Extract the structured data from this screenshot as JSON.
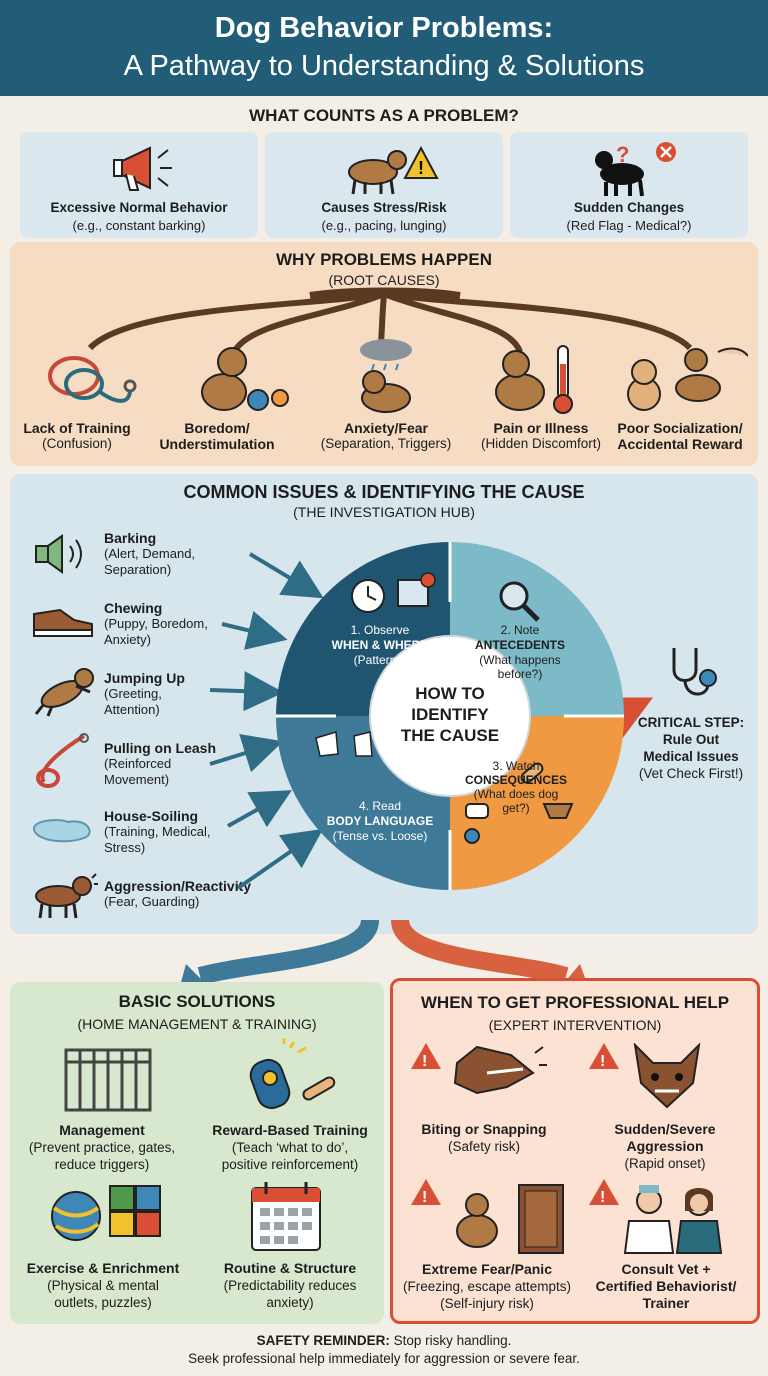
{
  "header": {
    "title_line1": "Dog Behavior Problems:",
    "title_line2": "A Pathway to Understanding & Solutions"
  },
  "what_counts": {
    "title": "WHAT COUNTS AS A PROBLEM?",
    "cards": [
      {
        "label": "Excessive Normal Behavior",
        "sub": "(e.g., constant barking)",
        "icon": "megaphone-icon"
      },
      {
        "label": "Causes Stress/Risk",
        "sub": "(e.g., pacing, lunging)",
        "icon": "warning-dog-icon"
      },
      {
        "label": "Sudden Changes",
        "sub": "(Red Flag - Medical?)",
        "icon": "dog-question-icon"
      }
    ]
  },
  "why": {
    "title": "WHY PROBLEMS HAPPEN",
    "subtitle": "(ROOT CAUSES)",
    "causes": [
      {
        "label": "Lack of Training",
        "sub": "(Confusion)"
      },
      {
        "label": "Boredom/",
        "label2": "Understimulation",
        "sub": ""
      },
      {
        "label": "Anxiety/Fear",
        "sub": "(Separation, Triggers)"
      },
      {
        "label": "Pain or Illness",
        "sub": "(Hidden Discomfort)"
      },
      {
        "label": "Poor Socialization/",
        "label2": "Accidental Reward",
        "sub": ""
      }
    ]
  },
  "hub": {
    "title": "COMMON ISSUES & IDENTIFYING THE CAUSE",
    "subtitle": "(THE INVESTIGATION HUB)",
    "issues": [
      {
        "label": "Barking",
        "sub1": "(Alert, Demand,",
        "sub2": "Separation)"
      },
      {
        "label": "Chewing",
        "sub1": "(Puppy, Boredom,",
        "sub2": "Anxiety)"
      },
      {
        "label": "Jumping Up",
        "sub1": "(Greeting,",
        "sub2": "Attention)"
      },
      {
        "label": "Pulling on Leash",
        "sub1": "(Reinforced",
        "sub2": "Movement)"
      },
      {
        "label": "House-Soiling",
        "sub1": "(Training, Medical,",
        "sub2": "Stress)"
      },
      {
        "label": "Aggression/Reactivity",
        "sub1": "(Fear, Guarding)",
        "sub2": ""
      }
    ],
    "center": [
      "HOW TO",
      "IDENTIFY",
      "THE CAUSE"
    ],
    "steps": {
      "s1": [
        "1. Observe",
        "WHEN & WHERE",
        "(Patterns)"
      ],
      "s2": [
        "2. Note",
        "ANTECEDENTS",
        "(What happens",
        "before?)"
      ],
      "s3": [
        "3. Watch",
        "CONSEQUENCES",
        "(What does dog",
        "get?)"
      ],
      "s4": [
        "4. Read",
        "BODY LANGUAGE",
        "(Tense vs. Loose)"
      ]
    },
    "critical": [
      "CRITICAL STEP:",
      "Rule Out",
      "Medical Issues",
      "(Vet Check First!)"
    ]
  },
  "basic": {
    "title": "BASIC SOLUTIONS",
    "subtitle": "(HOME MANAGEMENT & TRAINING)",
    "items": [
      {
        "label": "Management",
        "l1": "(Prevent practice, gates,",
        "l2": "reduce triggers)"
      },
      {
        "label": "Reward-Based Training",
        "l1": "(Teach ‘what to do’,",
        "l2": "positive reinforcement)"
      },
      {
        "label": "Exercise & Enrichment",
        "l1": "(Physical & mental",
        "l2": "outlets, puzzles)"
      },
      {
        "label": "Routine & Structure",
        "l1": "(Predictability reduces",
        "l2": "anxiety)"
      }
    ]
  },
  "pro": {
    "title": "WHEN TO GET PROFESSIONAL HELP",
    "subtitle": "(EXPERT INTERVENTION)",
    "items": [
      {
        "label": "Biting or Snapping",
        "label2": "",
        "l1": "(Safety risk)",
        "l2": ""
      },
      {
        "label": "Sudden/Severe",
        "label2": "Aggression",
        "l1": "(Rapid onset)",
        "l2": ""
      },
      {
        "label": "Extreme Fear/Panic",
        "label2": "",
        "l1": "(Freezing, escape attempts)",
        "l2": "(Self-injury risk)"
      },
      {
        "label": "Consult Vet +",
        "label2": "Certified Behaviorist/",
        "l1": "",
        "l2": "",
        "label3": "Trainer"
      }
    ]
  },
  "footer": {
    "bold": "SAFETY REMINDER:",
    "rest": " Stop risky handling.",
    "line2": "Seek professional help immediately for aggression or severe fear."
  },
  "colors": {
    "header": "#215d77",
    "dark_teal": "#1f5570",
    "light_teal": "#7bbac6",
    "orange": "#ef9a43",
    "mid_blue": "#3e7a98",
    "red": "#d84f35"
  }
}
